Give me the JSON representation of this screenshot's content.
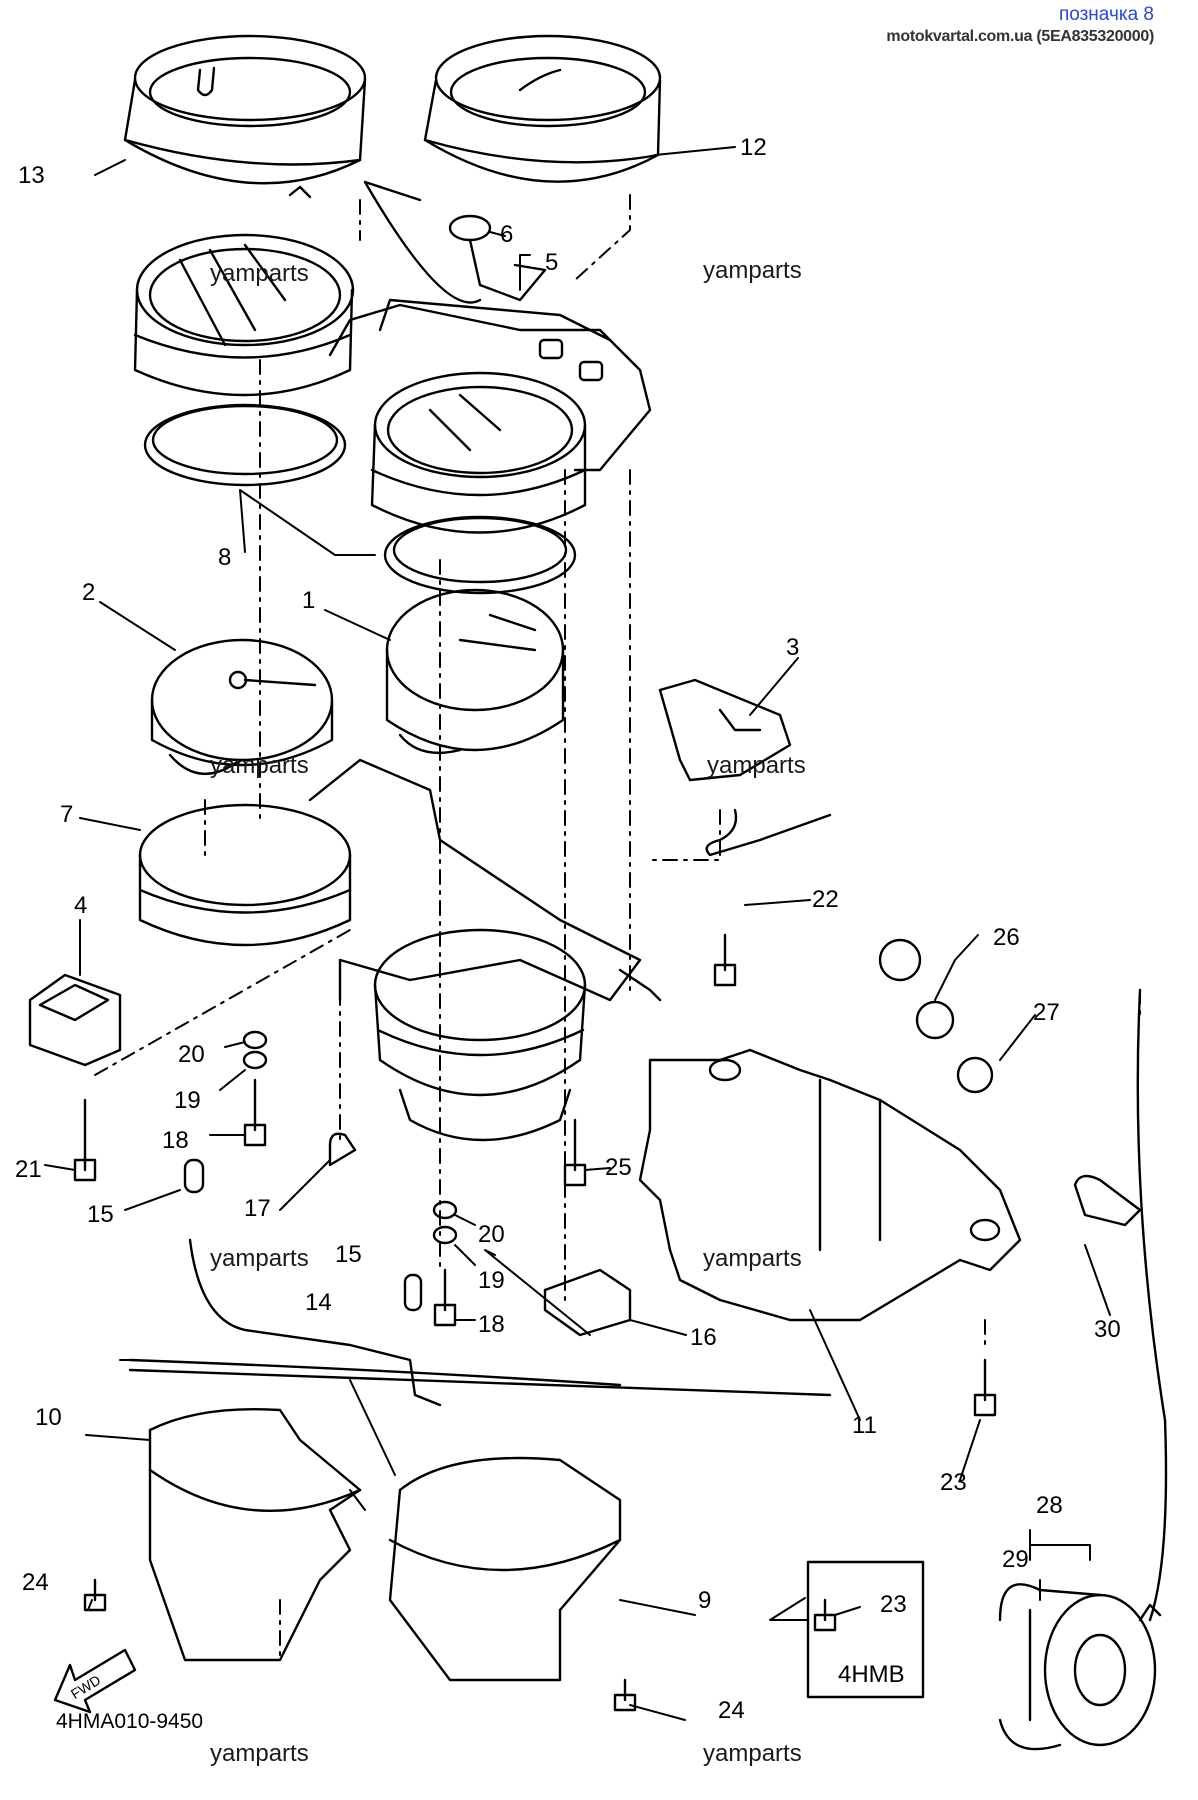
{
  "header": {
    "title": "позначка 8",
    "subtitle": "motokvartal.com.ua (5EA835320000)"
  },
  "watermark": "yamparts",
  "diagram_code": "4HMA010-9450",
  "inset_label": "4HMB",
  "fwd_label": "FWD",
  "callouts": {
    "c1": "1",
    "c2": "2",
    "c3": "3",
    "c4": "4",
    "c5": "5",
    "c6": "6",
    "c7": "7",
    "c8": "8",
    "c9": "9",
    "c10": "10",
    "c11": "11",
    "c12": "12",
    "c13": "13",
    "c14": "14",
    "c15a": "15",
    "c15b": "15",
    "c16": "16",
    "c17": "17",
    "c18a": "18",
    "c18b": "18",
    "c19a": "19",
    "c19b": "19",
    "c20a": "20",
    "c20b": "20",
    "c21": "21",
    "c22": "22",
    "c23a": "23",
    "c23b": "23",
    "c24a": "24",
    "c24b": "24",
    "c25": "25",
    "c26": "26",
    "c27": "27",
    "c28": "28",
    "c29": "29",
    "c30": "30"
  }
}
